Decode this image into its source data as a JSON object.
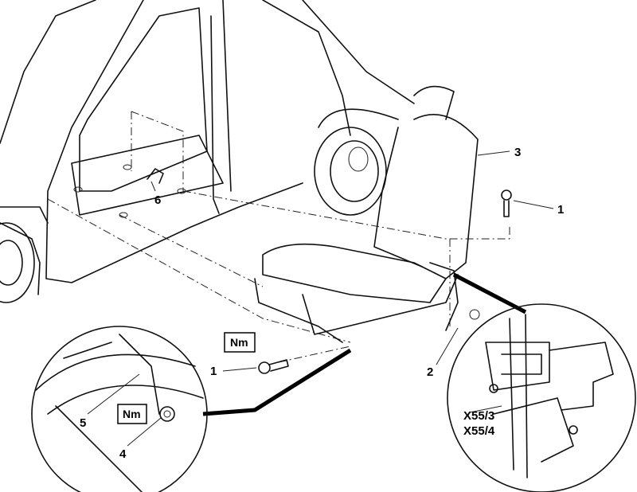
{
  "diagram": {
    "callouts": {
      "seat_number": "3",
      "bolt_rear_number": "1",
      "bolt_front_number": "1",
      "rail_number": "2",
      "floor_clip_number": "6",
      "detail_5_number": "5",
      "detail_4_number": "4",
      "connector_a": "X55/3",
      "connector_b": "X55/4"
    },
    "torque_badges": [
      "Nm",
      "Nm"
    ]
  }
}
